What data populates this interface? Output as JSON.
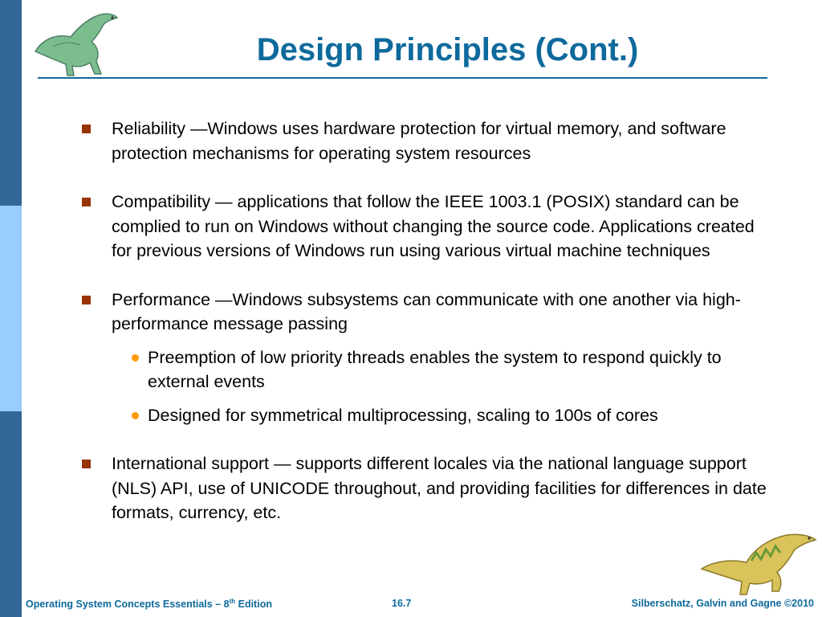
{
  "slide": {
    "title": "Design Principles (Cont.)",
    "bullets": [
      {
        "text": "Reliability —Windows uses hardware protection for virtual memory, and software protection mechanisms for operating system resources",
        "sub": []
      },
      {
        "text": "Compatibility — applications that follow the IEEE 1003.1 (POSIX) standard can be complied to run on Windows without changing the source code.  Applications created for previous versions of Windows run using various virtual machine techniques",
        "sub": []
      },
      {
        "text": "Performance —Windows subsystems can communicate with one another via high-performance message passing",
        "sub": [
          "Preemption of low priority threads enables the system to respond quickly to external events",
          "Designed for symmetrical multiprocessing, scaling to 100s of cores"
        ]
      },
      {
        "text": "International support  — supports different locales via the national language support (NLS) API, use of UNICODE throughout, and providing facilities for differences in date formats, currency, etc.",
        "sub": []
      }
    ]
  },
  "footer": {
    "left_prefix": "Operating System Concepts Essentials – 8",
    "left_sup": "th",
    "left_suffix": " Edition",
    "center": "16.7",
    "right": "Silberschatz, Galvin and Gagne ©2010"
  },
  "colors": {
    "accent": "#0e6a9c",
    "band_dark": "#336699",
    "band_light": "#99ccff",
    "bullet": "#993300",
    "sub_bullet": "#ff9900"
  },
  "icons": {
    "top": "dinosaur-icon",
    "bottom": "dinosaur-icon"
  }
}
